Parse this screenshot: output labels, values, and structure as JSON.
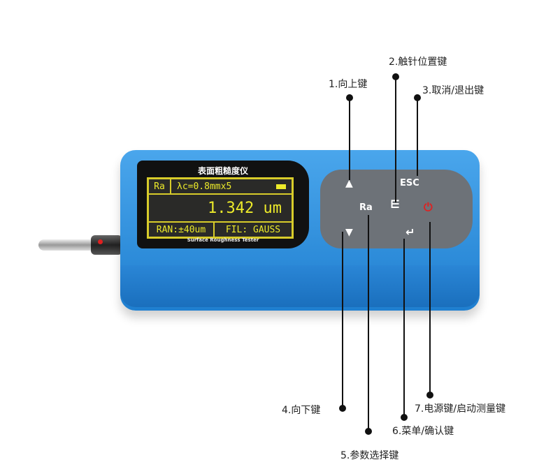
{
  "device": {
    "title_cn": "表面粗糙度仪",
    "subtitle": "Surface Roughness Tester",
    "lcd": {
      "param": "Ra",
      "cutoff": "λc=0.8mmx5",
      "value": "1.342 um",
      "range": "RAN:±40um",
      "filter": "FIL: GAUSS"
    },
    "keys": {
      "ra": "Ra",
      "esc": "ESC"
    }
  },
  "labels": {
    "up": "1.向上键",
    "probe_pos": "2.触针位置键",
    "esc": "3.取消/退出键",
    "down": "4.向下键",
    "param": "5.参数选择键",
    "menu": "6.菜单/确认键",
    "power": "7.电源键/启动测量键"
  },
  "colors": {
    "body": "#2f8fe0",
    "power": "#e02020",
    "lcd_text": "#ecea2a"
  }
}
